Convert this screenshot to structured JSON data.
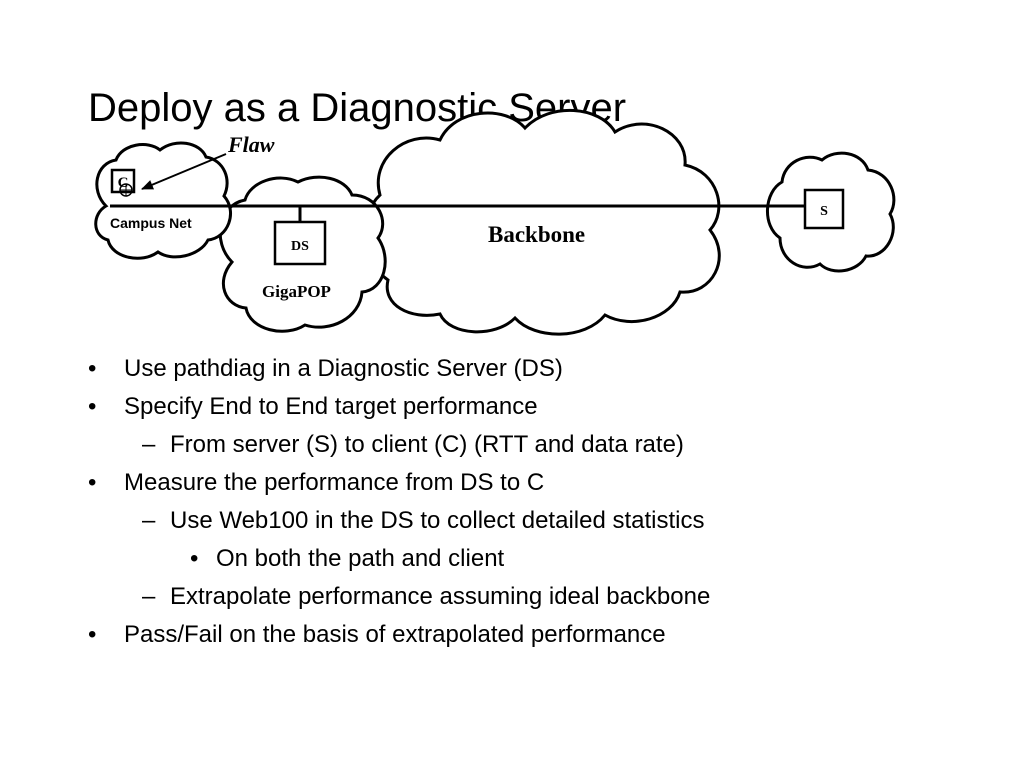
{
  "slide": {
    "title": "Deploy as a Diagnostic Server"
  },
  "diagram": {
    "flaw_label": "Flaw",
    "client_box": "C",
    "campus_label": "Campus Net",
    "ds_box": "DS",
    "gigapop_label": "GigaPOP",
    "backbone_label": "Backbone",
    "server_box": "S"
  },
  "bullets": [
    {
      "level": 1,
      "marker": "•",
      "text": "Use pathdiag in a Diagnostic Server (DS)"
    },
    {
      "level": 1,
      "marker": "•",
      "text": "Specify End to End target performance"
    },
    {
      "level": 2,
      "marker": "–",
      "text": "From server (S) to client (C) (RTT and data rate)"
    },
    {
      "level": 1,
      "marker": "•",
      "text": "Measure the performance from DS to C"
    },
    {
      "level": 2,
      "marker": "–",
      "text": "Use Web100 in the DS to collect detailed statistics"
    },
    {
      "level": 3,
      "marker": "•",
      "text": "On both the path and client"
    },
    {
      "level": 2,
      "marker": "–",
      "text": "Extrapolate performance assuming ideal backbone"
    },
    {
      "level": 1,
      "marker": "•",
      "text": "Pass/Fail on the basis of extrapolated performance"
    }
  ]
}
